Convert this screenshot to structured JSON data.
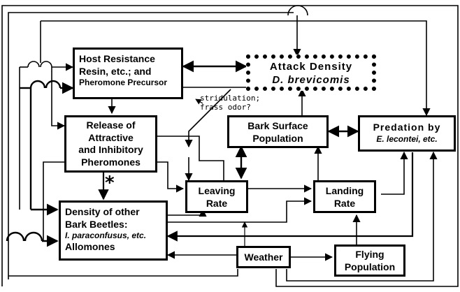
{
  "boxes": {
    "host_resistance": {
      "line1": "Host Resistance",
      "line2": "Resin, etc.; and",
      "line3": "Pheromone Precursor"
    },
    "attack_density": {
      "line1": "Attack Density",
      "line2": "D. brevicomis"
    },
    "release_pheromones": {
      "line1": "Release of",
      "line2": "Attractive",
      "line3": "and Inhibitory",
      "line4": "Pheromones"
    },
    "bark_surface": {
      "line1": "Bark Surface",
      "line2": "Population"
    },
    "predation": {
      "line1": "Predation by",
      "line2": "E. lecontei, etc."
    },
    "leaving_rate": {
      "line1": "Leaving",
      "line2": "Rate"
    },
    "landing_rate": {
      "line1": "Landing",
      "line2": "Rate"
    },
    "density_other": {
      "line1": "Density of other",
      "line2": "Bark Beetles:",
      "line3": "I. paraconfusus, etc.",
      "line4": "Allomones"
    },
    "weather": {
      "line1": "Weather"
    },
    "flying_population": {
      "line1": "Flying",
      "line2": "Population"
    }
  },
  "annotations": {
    "stridulation_line1": "stridulation;",
    "stridulation_line2": "frass odor?",
    "asterisk": "*"
  }
}
